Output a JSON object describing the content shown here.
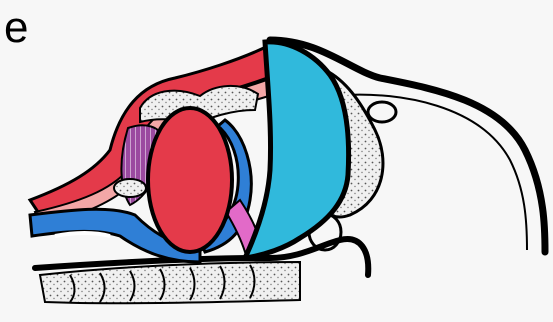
{
  "figure": {
    "panel_letter": "e"
  },
  "colors": {
    "background": "#f7f7f7",
    "outline": "#000000",
    "tissue_red": "#e43a4a",
    "tissue_pink": "#f3a7a7",
    "muscle_purple": "#9b4aa0",
    "vessel_blue": "#2f7fd6",
    "cyan_region": "#30b9dc",
    "magenta_region": "#e26ac8",
    "bone_stipple": "#e9e9e9"
  },
  "regions": [
    {
      "name": "cyan-region",
      "color": "cyan_region"
    },
    {
      "name": "red-oval-region",
      "color": "tissue_red"
    },
    {
      "name": "blue-band-region",
      "color": "vessel_blue"
    },
    {
      "name": "magenta-strip-region",
      "color": "magenta_region"
    },
    {
      "name": "purple-muscle-region",
      "color": "muscle_purple"
    },
    {
      "name": "vertebrae-region",
      "color": "bone_stipple"
    }
  ]
}
